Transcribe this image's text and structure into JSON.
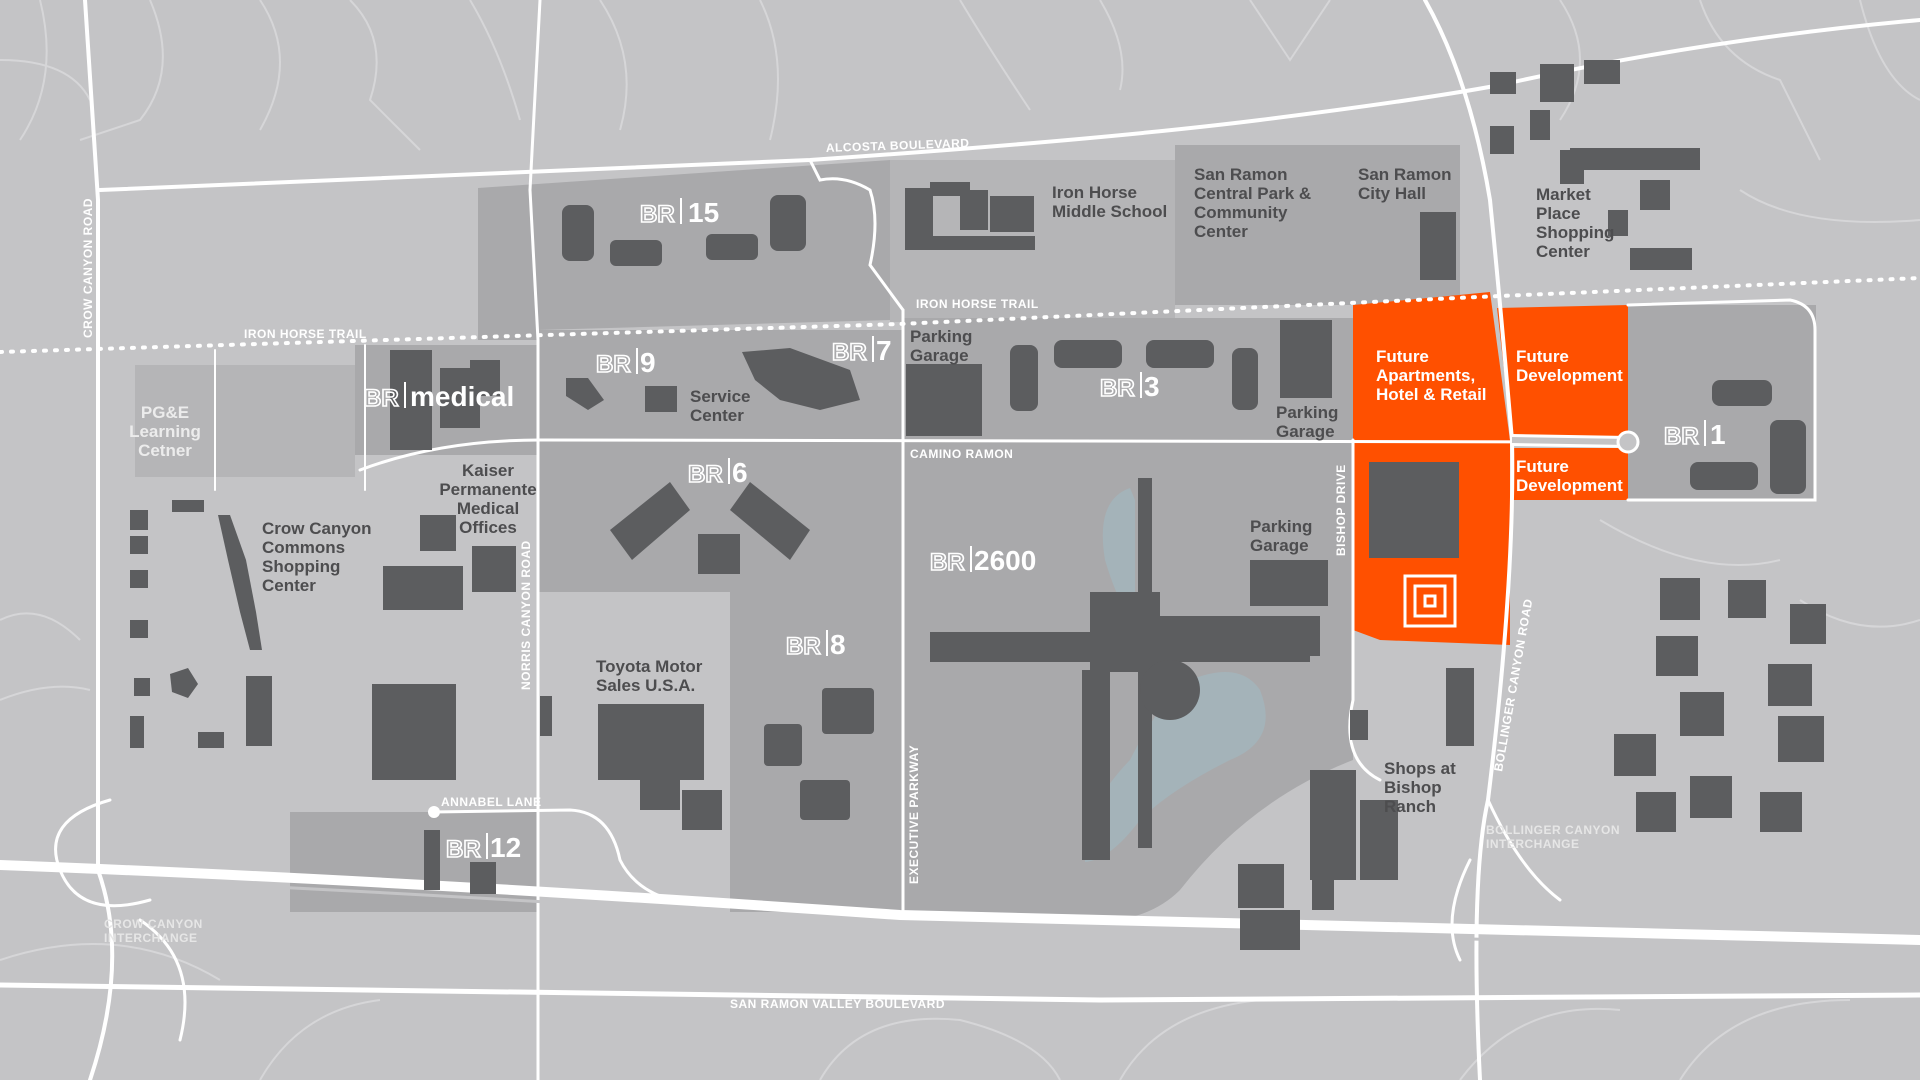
{
  "colors": {
    "background": "#c4c4c6",
    "campus": "#a9a9ab",
    "campus_light": "#b5b5b7",
    "building": "#5c5d5f",
    "water": "#a4b3b9",
    "future": "#ff5000",
    "road": "#ffffff",
    "label": "#4d4d4f"
  },
  "roads": {
    "alcosta": "ALCOSTA BOULEVARD",
    "crow_canyon": "CROW CANYON ROAD",
    "iron_horse_1": "IRON HORSE TRAIL",
    "iron_horse_2": "IRON HORSE TRAIL",
    "camino_ramon": "CAMINO RAMON",
    "norris": "NORRIS CANYON ROAD",
    "executive": "EXECUTIVE PARKWAY",
    "bishop": "BISHOP DRIVE",
    "bollinger": "BOLLINGER CANYON ROAD",
    "annabel": "ANNABEL LANE",
    "san_ramon_valley": "SAN RAMON VALLEY BOULEVARD"
  },
  "interchanges": {
    "crow_line1": "CROW CANYON",
    "crow_line2": "INTERCHANGE",
    "bollinger_line1": "BOLLINGER CANYON",
    "bollinger_line2": "INTERCHANGE"
  },
  "campus_labels": {
    "mark": "BR",
    "br15": "15",
    "br9": "9",
    "br7": "7",
    "br3": "3",
    "br1": "1",
    "br6": "6",
    "br8": "8",
    "br2600": "2600",
    "br12": "12",
    "brmedical": "medical"
  },
  "places": {
    "iron_horse_ms": [
      "Iron Horse",
      "Middle School"
    ],
    "central_park": [
      "San Ramon",
      "Central Park &",
      "Community",
      "Center"
    ],
    "city_hall": [
      "San Ramon",
      "City Hall"
    ],
    "market_place": [
      "Market",
      "Place",
      "Shopping",
      "Center"
    ],
    "parking_1": [
      "Parking",
      "Garage"
    ],
    "parking_2": [
      "Parking",
      "Garage"
    ],
    "parking_3": [
      "Parking",
      "Garage"
    ],
    "service_center": [
      "Service",
      "Center"
    ],
    "pge": [
      "PG&E",
      "Learning",
      "Cetner"
    ],
    "kaiser": [
      "Kaiser",
      "Permanente",
      "Medical",
      "Offices"
    ],
    "crow_commons": [
      "Crow Canyon",
      "Commons",
      "Shopping",
      "Center"
    ],
    "toyota": [
      "Toyota Motor",
      "Sales U.S.A."
    ],
    "shops_bishop": [
      "Shops at",
      "Bishop",
      "Ranch"
    ]
  },
  "future": {
    "apartments": [
      "Future",
      "Apartments,",
      "Hotel & Retail"
    ],
    "dev_north": [
      "Future",
      "Development"
    ],
    "dev_south": [
      "Future",
      "Development"
    ]
  }
}
